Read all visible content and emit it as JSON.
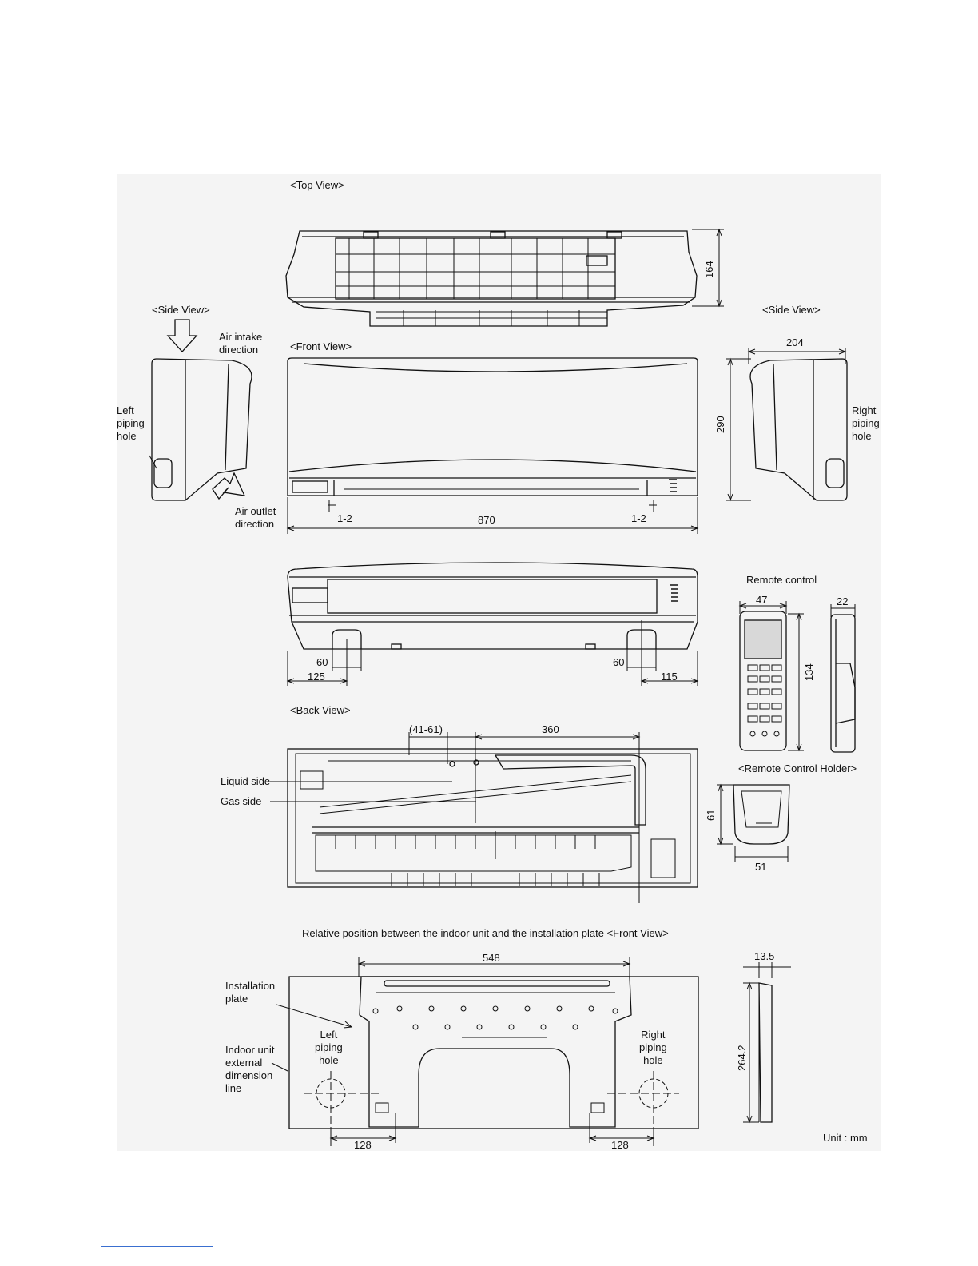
{
  "views": {
    "top": "<Top View>",
    "side_left": "<Side View>",
    "side_right": "<Side View>",
    "front": "<Front View>",
    "back": "<Back View>",
    "remote_holder": "<Remote Control Holder>"
  },
  "labels": {
    "air_intake": [
      "Air intake",
      "direction"
    ],
    "air_outlet": [
      "Air outlet",
      "direction"
    ],
    "left_piping": [
      "Left",
      "piping",
      "hole"
    ],
    "right_piping": [
      "Right",
      "piping",
      "hole"
    ],
    "remote_control": "Remote control",
    "liquid_side": "Liquid side",
    "gas_side": "Gas side",
    "relative_position": "Relative position between the indoor unit and the installation plate <Front View>",
    "installation_plate": [
      "Installation",
      "plate"
    ],
    "indoor_unit_line": [
      "Indoor unit",
      "external",
      "dimension",
      "line"
    ],
    "plate_left_piping": [
      "Left",
      "piping",
      "hole"
    ],
    "plate_right_piping": [
      "Right",
      "piping",
      "hole"
    ],
    "unit": "Unit : mm"
  },
  "dimensions": {
    "top_depth": "164",
    "side_width": "204",
    "height": "290",
    "front_gap_left": "1-2",
    "front_width": "870",
    "front_gap_right": "1-2",
    "bottom_left_hole": "60",
    "bottom_left_offset": "125",
    "bottom_right_hole": "60",
    "bottom_right_offset": "115",
    "remote_width": "47",
    "remote_depth": "22",
    "remote_height": "134",
    "back_range": "(41-61)",
    "back_360": "360",
    "holder_height": "61",
    "holder_width": "51",
    "plate_width": "548",
    "plate_left_128": "128",
    "plate_right_128": "128",
    "plate_side_depth": "13.5",
    "plate_side_height": "264.2"
  },
  "colors": {
    "line": "#111111",
    "panel": "#f4f4f4",
    "footer_rule": "#3a6fd0"
  }
}
